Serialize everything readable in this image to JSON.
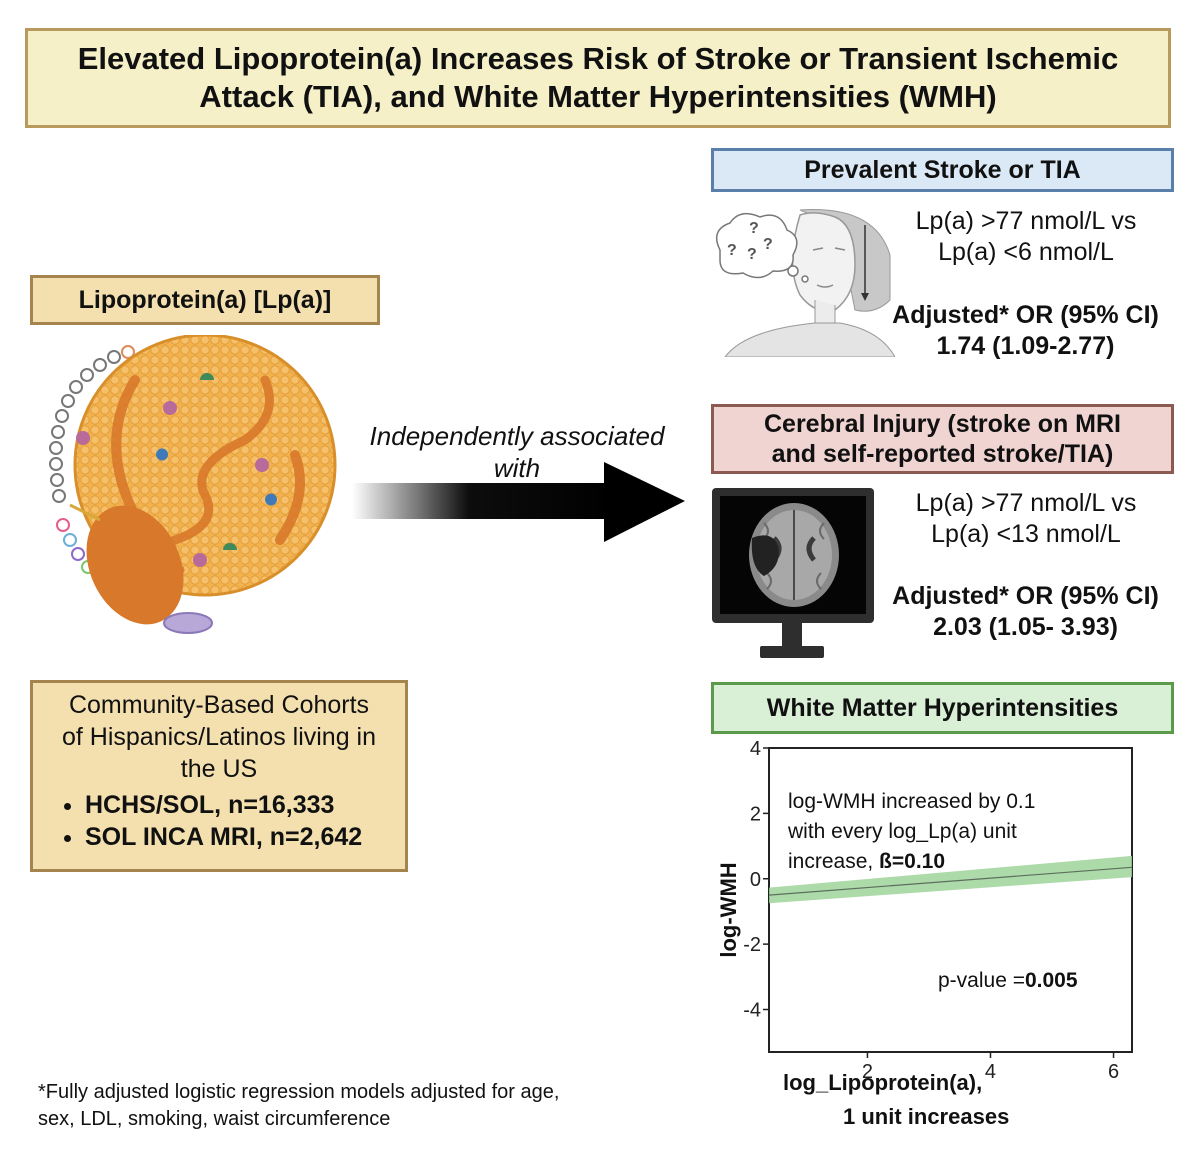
{
  "title": {
    "line1": "Elevated Lipoprotein(a) Increases Risk of Stroke or Transient Ischemic",
    "line2": "Attack (TIA), and White Matter Hyperintensities (WMH)"
  },
  "left": {
    "lp_label": "Lipoprotein(a) [Lp(a)]",
    "cohort": {
      "line1": "Community-Based Cohorts",
      "line2": "of Hispanics/Latinos living in",
      "line3": "the US",
      "items": [
        "HCHS/SOL, n=16,333",
        "SOL INCA MRI, n=2,642"
      ]
    }
  },
  "arrow": {
    "line1": "Independently associated",
    "line2": "with"
  },
  "stroke": {
    "title": "Prevalent Stroke or TIA",
    "compare1": "Lp(a) >77 nmol/L vs",
    "compare2": "Lp(a) <6 nmol/L",
    "or_label": "Adjusted* OR (95% CI)",
    "or_value": "1.74 (1.09-2.77)",
    "question_marks": [
      "?",
      "?",
      "?",
      "?"
    ]
  },
  "injury": {
    "title1": "Cerebral Injury (stroke on MRI",
    "title2": "and self-reported stroke/TIA)",
    "compare1": "Lp(a) >77 nmol/L vs",
    "compare2": "Lp(a) <13 nmol/L",
    "or_label": "Adjusted* OR (95% CI)",
    "or_value": "2.03 (1.05- 3.93)"
  },
  "wmh": {
    "title": "White Matter Hyperintensities",
    "annotation1": "log-WMH increased by 0.1",
    "annotation2": "with every log_Lp(a) unit",
    "annotation3_prefix": "increase, ",
    "annotation3_bold": "ß=0.10",
    "pvalue_prefix": "p-value =",
    "pvalue_bold": "0.005"
  },
  "chart_data": {
    "type": "line",
    "xlabel": "log_Lipoprotein(a),",
    "xlabel2": "1 unit increases",
    "ylabel": "log-WMH",
    "xlim": [
      0.4,
      6.3
    ],
    "ylim": [
      -5.3,
      4.0
    ],
    "xticks": [
      2,
      4,
      6
    ],
    "xtick_labels": [
      "2",
      "4",
      "6"
    ],
    "yticks": [
      4,
      2,
      0,
      -2,
      -4
    ],
    "ytick_labels": [
      "4",
      "2",
      "0",
      "-2",
      "-4"
    ],
    "series": [
      {
        "x": [
          0.4,
          6.3
        ],
        "y": [
          -0.5,
          0.35
        ],
        "ci_lower": [
          -0.75,
          0.05
        ],
        "ci_upper": [
          -0.27,
          0.7
        ]
      }
    ],
    "line_color": "#5e6e5e",
    "band_color": "#9fd49a"
  },
  "footnote": {
    "line1": "*Fully adjusted logistic regression models adjusted for age,",
    "line2": "sex, LDL, smoking, waist circumference"
  }
}
